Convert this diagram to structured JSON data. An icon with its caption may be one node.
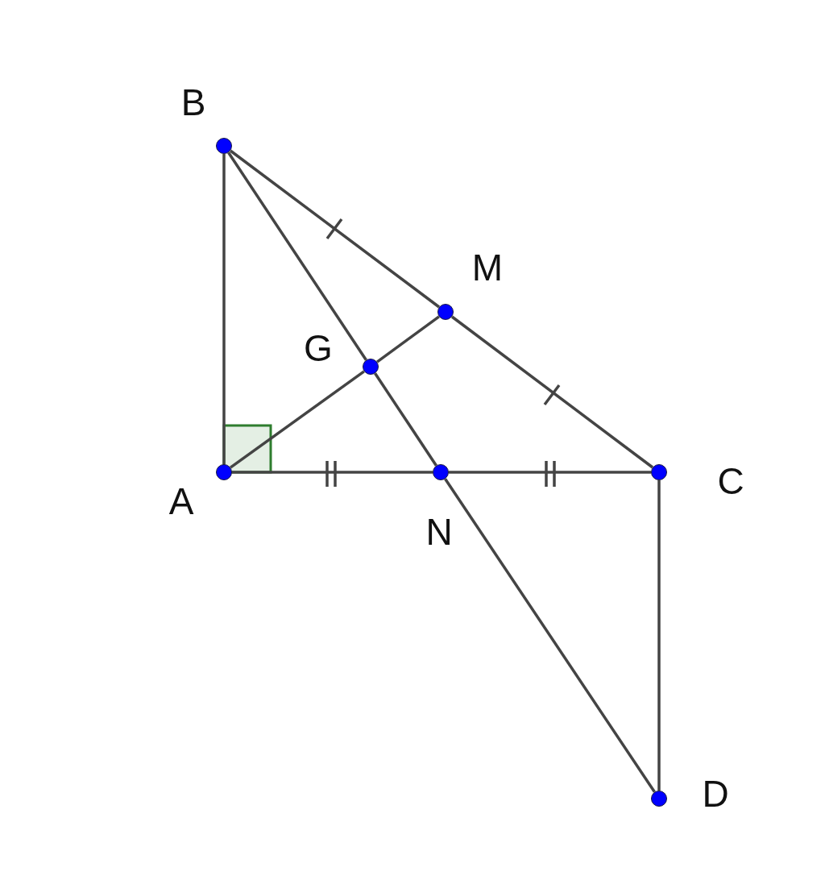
{
  "diagram": {
    "nodes": [
      {
        "text": [
          "B"
        ]
      },
      {
        "text": [
          "M"
        ]
      },
      {
        "text": [
          "G"
        ]
      },
      {
        "text": [
          "A"
        ]
      },
      {
        "text": [
          "N"
        ]
      },
      {
        "text": [
          "C"
        ]
      },
      {
        "text": [
          "D"
        ]
      }
    ],
    "edges": [
      {
        "from": 3,
        "to": 0,
        "arrow": "none"
      },
      {
        "from": 0,
        "to": 1,
        "arrow": "none"
      },
      {
        "from": 1,
        "to": 5,
        "arrow": "none"
      },
      {
        "from": 0,
        "to": 2,
        "arrow": "none"
      },
      {
        "from": 2,
        "to": 4,
        "arrow": "none"
      },
      {
        "from": 4,
        "to": 6,
        "arrow": "none"
      },
      {
        "from": 3,
        "to": 2,
        "arrow": "none"
      },
      {
        "from": 2,
        "to": 1,
        "arrow": "none"
      },
      {
        "from": 3,
        "to": 4,
        "arrow": "none"
      },
      {
        "from": 4,
        "to": 5,
        "arrow": "none"
      },
      {
        "from": 5,
        "to": 6,
        "arrow": "none"
      }
    ]
  }
}
